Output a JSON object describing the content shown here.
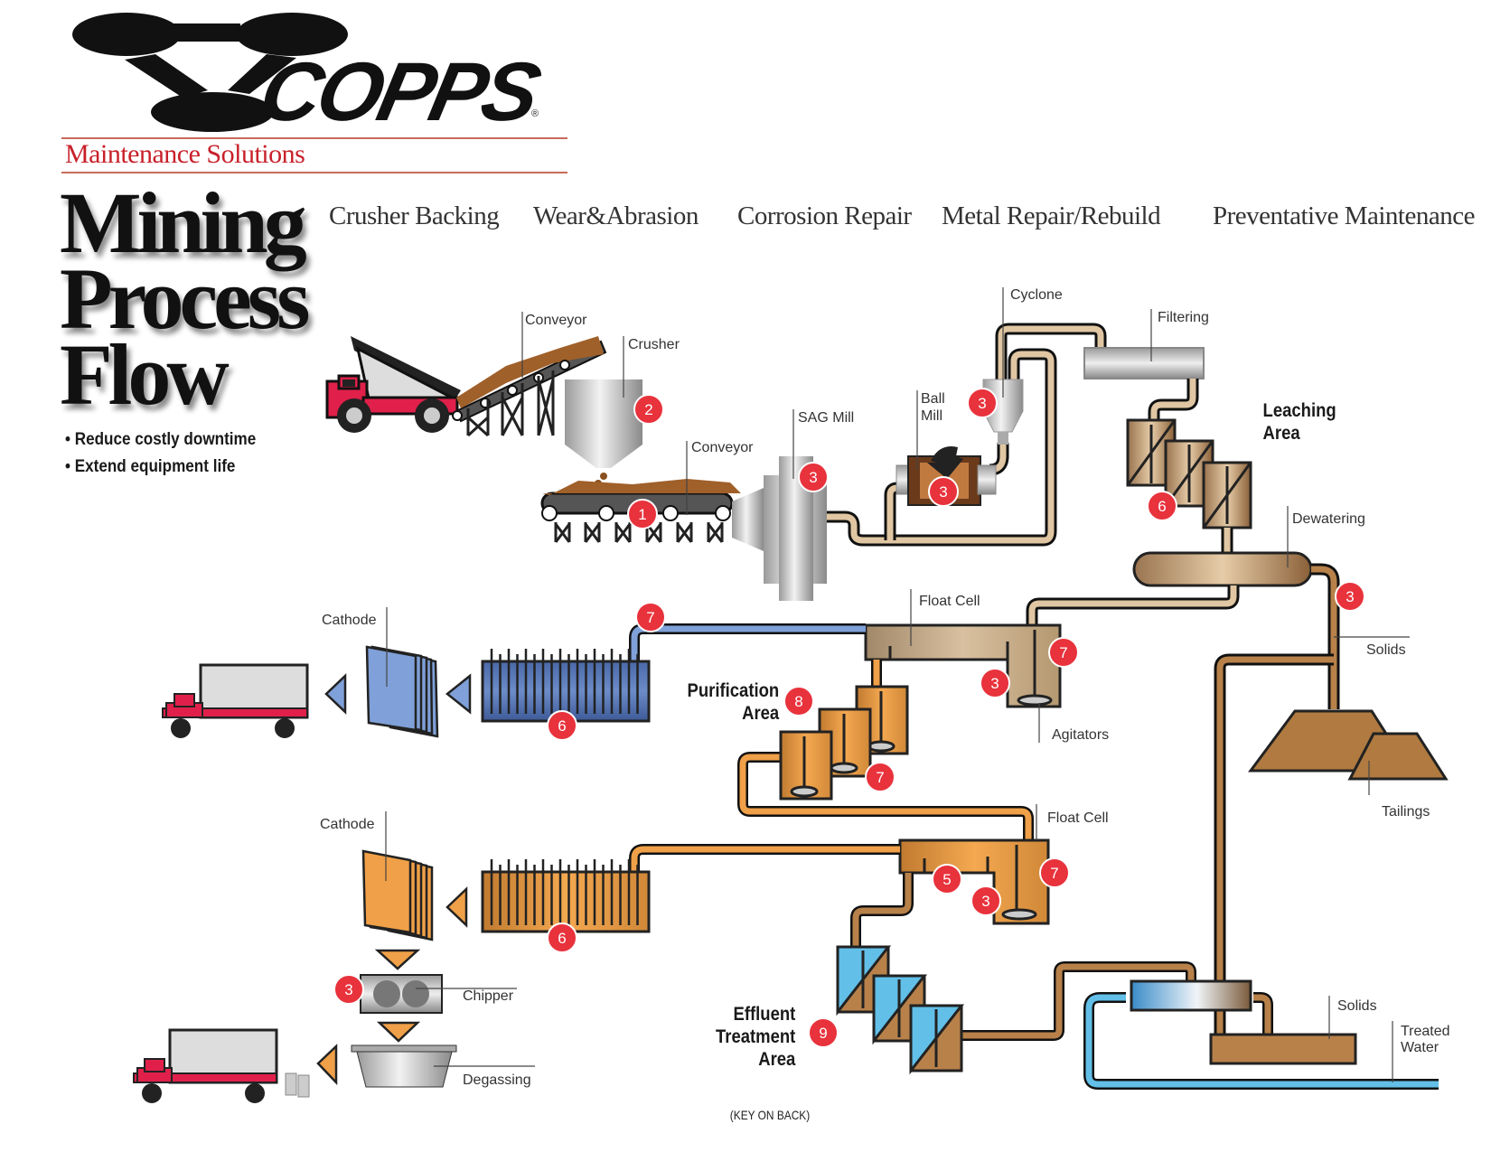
{
  "brand": {
    "name": "COPPS",
    "registered_mark": "®",
    "tagline": "Maintenance Solutions"
  },
  "title": {
    "line1": "Mining",
    "line2": "Process",
    "line3": "Flow"
  },
  "bullets": [
    "• Reduce costly downtime",
    "• Extend equipment life"
  ],
  "services": [
    "Crusher Backing",
    "Wear&Abrasion",
    "Corrosion Repair",
    "Metal Repair/Rebuild",
    "Preventative Maintenance"
  ],
  "equipment_labels": {
    "conveyor_top": "Conveyor",
    "crusher": "Crusher",
    "conveyor_bottom": "Conveyor",
    "sag_mill": "SAG Mill",
    "ball_mill": "Ball\nMill",
    "ball_mill_line1": "Ball",
    "ball_mill_line2": "Mill",
    "cyclone": "Cyclone",
    "filtering": "Filtering",
    "dewatering": "Dewatering",
    "solids_top": "Solids",
    "tailings": "Tailings",
    "float_cell_top": "Float Cell",
    "agitators": "Agitators",
    "cathode_top": "Cathode",
    "float_cell_bottom": "Float Cell",
    "cathode_bottom": "Cathode",
    "chipper": "Chipper",
    "degassing": "Degassing",
    "solids_bottom": "Solids",
    "treated_water_line1": "Treated",
    "treated_water_line2": "Water"
  },
  "areas": {
    "leaching_line1": "Leaching",
    "leaching_line2": "Area",
    "purification_line1": "Purification",
    "purification_line2": "Area",
    "effluent_line1": "Effluent",
    "effluent_line2": "Treatment",
    "effluent_line3": "Area"
  },
  "badges": {
    "conveyor_bottom": "1",
    "crusher": "2",
    "sag_mill": "3",
    "ball_mill": "3",
    "cyclone": "3",
    "leaching": "6",
    "dewatering_solids": "3",
    "electrowinning_top": "6",
    "blue_pipe": "7",
    "float_cell_top_right": "7",
    "float_cell_top_agitator": "3",
    "purification_area": "8",
    "purification_tank": "7",
    "float_cell_bottom_right": "7",
    "float_cell_bottom_5": "5",
    "float_cell_bottom_agitator": "3",
    "electrowinning_bottom": "6",
    "chipper": "3",
    "effluent_area": "9"
  },
  "footer": {
    "key_note": "(KEY ON BACK)"
  },
  "colors": {
    "badge_red": "#e8323c",
    "tagline_red": "#c8202a",
    "pipe_tan": "#d9b48a",
    "pipe_orange": "#f0a048",
    "pipe_brown": "#b8814a",
    "pipe_blue": "#7fa0d8",
    "water_blue": "#62bfe8",
    "truck_red": "#e0204a"
  }
}
